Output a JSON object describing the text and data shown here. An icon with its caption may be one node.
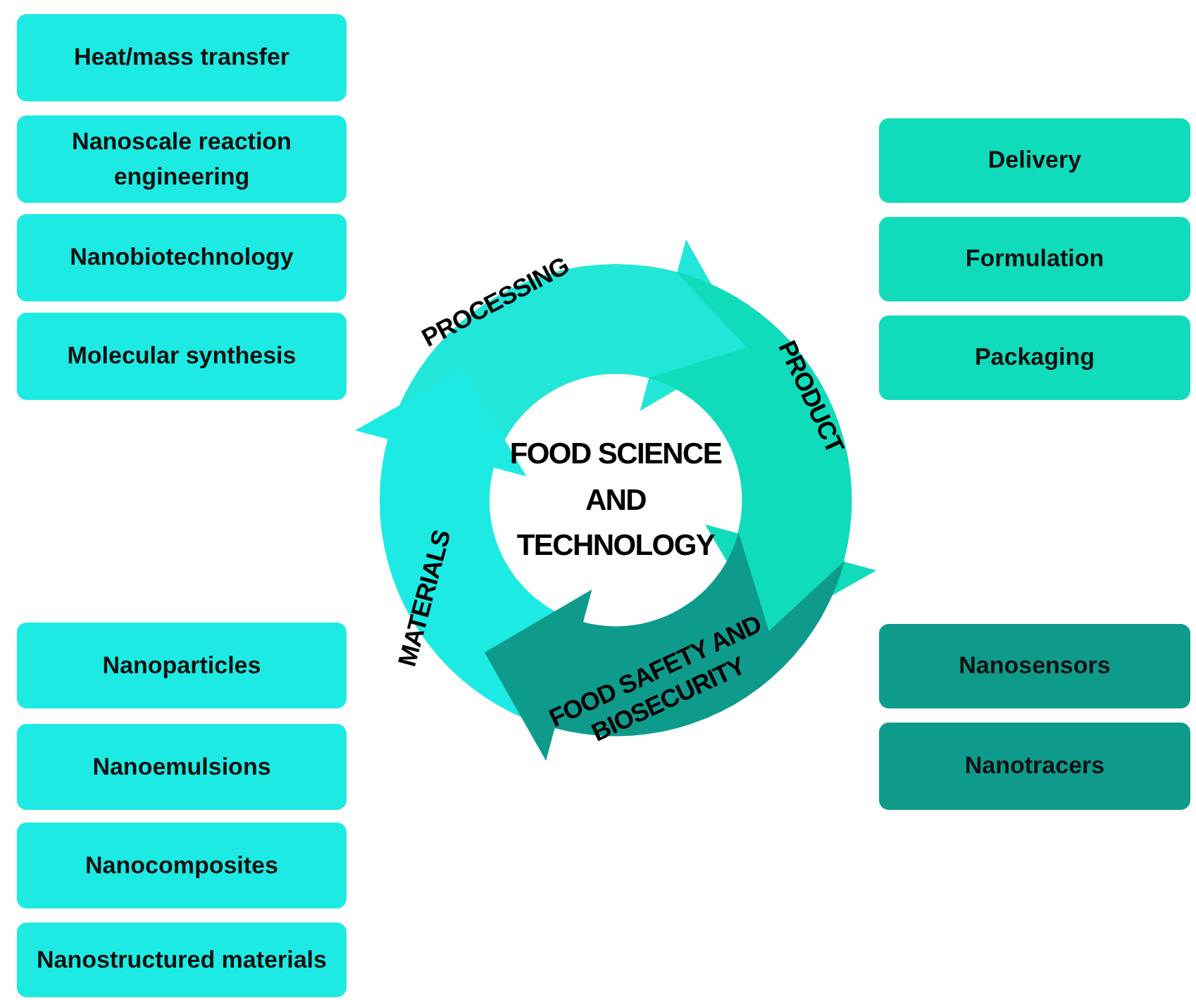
{
  "diagram": {
    "nodes": [
      {
        "text": [
          "Heat/mass transfer"
        ]
      },
      {
        "text": [
          "Nanoscale reaction engineering"
        ]
      },
      {
        "text": [
          "Nanobiotechnology"
        ]
      },
      {
        "text": [
          "Molecular synthesis"
        ]
      },
      {
        "text": [
          "Delivery"
        ]
      },
      {
        "text": [
          "Formulation"
        ]
      },
      {
        "text": [
          "Packaging"
        ]
      },
      {
        "text": [
          "PROCESSING"
        ]
      },
      {
        "text": [
          "PRODUCT"
        ]
      },
      {
        "text": [
          "MATERIALS"
        ]
      },
      {
        "text": [
          "FOOD SAFETY AND BIOSECURITY"
        ]
      },
      {
        "text": [
          "Nanosensors"
        ]
      },
      {
        "text": [
          "Nanotracers"
        ]
      },
      {
        "text": [
          "Nanoparticles"
        ]
      },
      {
        "text": [
          "Nanoemulsions"
        ]
      },
      {
        "text": [
          "Nanocomposites"
        ]
      },
      {
        "text": [
          "Nanostructured materials"
        ]
      }
    ],
    "edges": [],
    "labels": [
      "FOOD SCIENCE AND TECHNOLOGY"
    ]
  }
}
